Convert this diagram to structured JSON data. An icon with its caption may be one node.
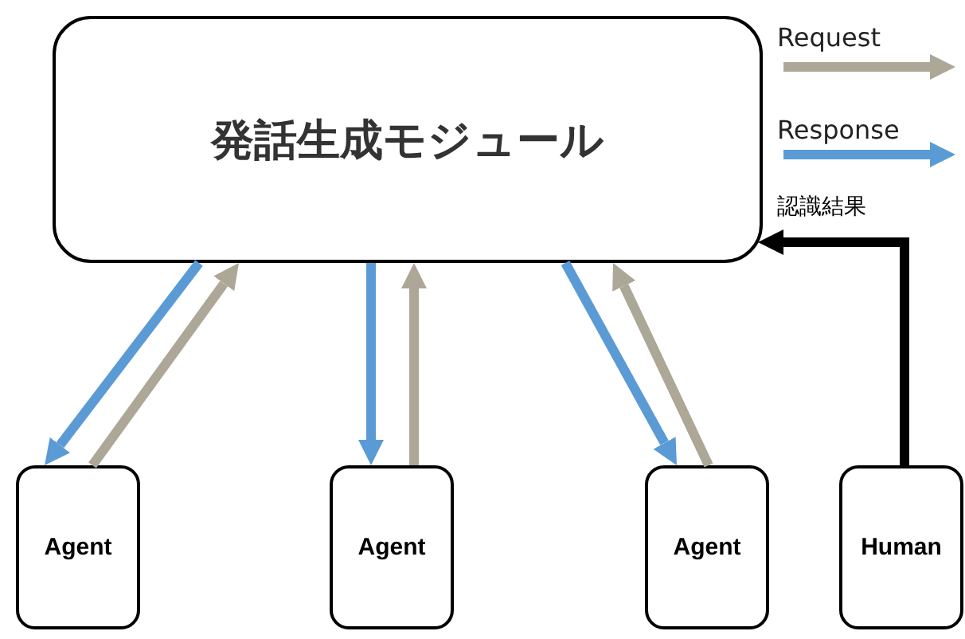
{
  "diagram": {
    "nodes": [
      {
        "text": [
          "発話生成モジュール"
        ]
      },
      {
        "text": [
          "Agent"
        ]
      },
      {
        "text": [
          "Agent"
        ]
      },
      {
        "text": [
          "Agent"
        ]
      },
      {
        "text": [
          "Human"
        ]
      }
    ],
    "edges": [
      {
        "from": 0,
        "to": 1,
        "arrow": "to",
        "color": "#5b9bd5"
      },
      {
        "from": 1,
        "to": 0,
        "arrow": "to",
        "color": "#aca796"
      },
      {
        "from": 0,
        "to": 2,
        "arrow": "to",
        "color": "#5b9bd5"
      },
      {
        "from": 2,
        "to": 0,
        "arrow": "to",
        "color": "#aca796"
      },
      {
        "from": 0,
        "to": 3,
        "arrow": "to",
        "color": "#5b9bd5"
      },
      {
        "from": 3,
        "to": 0,
        "arrow": "to",
        "color": "#aca796"
      },
      {
        "from": 4,
        "to": 0,
        "arrow": "to",
        "color": "#000000",
        "label": "認識結果"
      }
    ],
    "legend": [
      {
        "text": "Request"
      },
      {
        "text": "Response"
      }
    ]
  }
}
